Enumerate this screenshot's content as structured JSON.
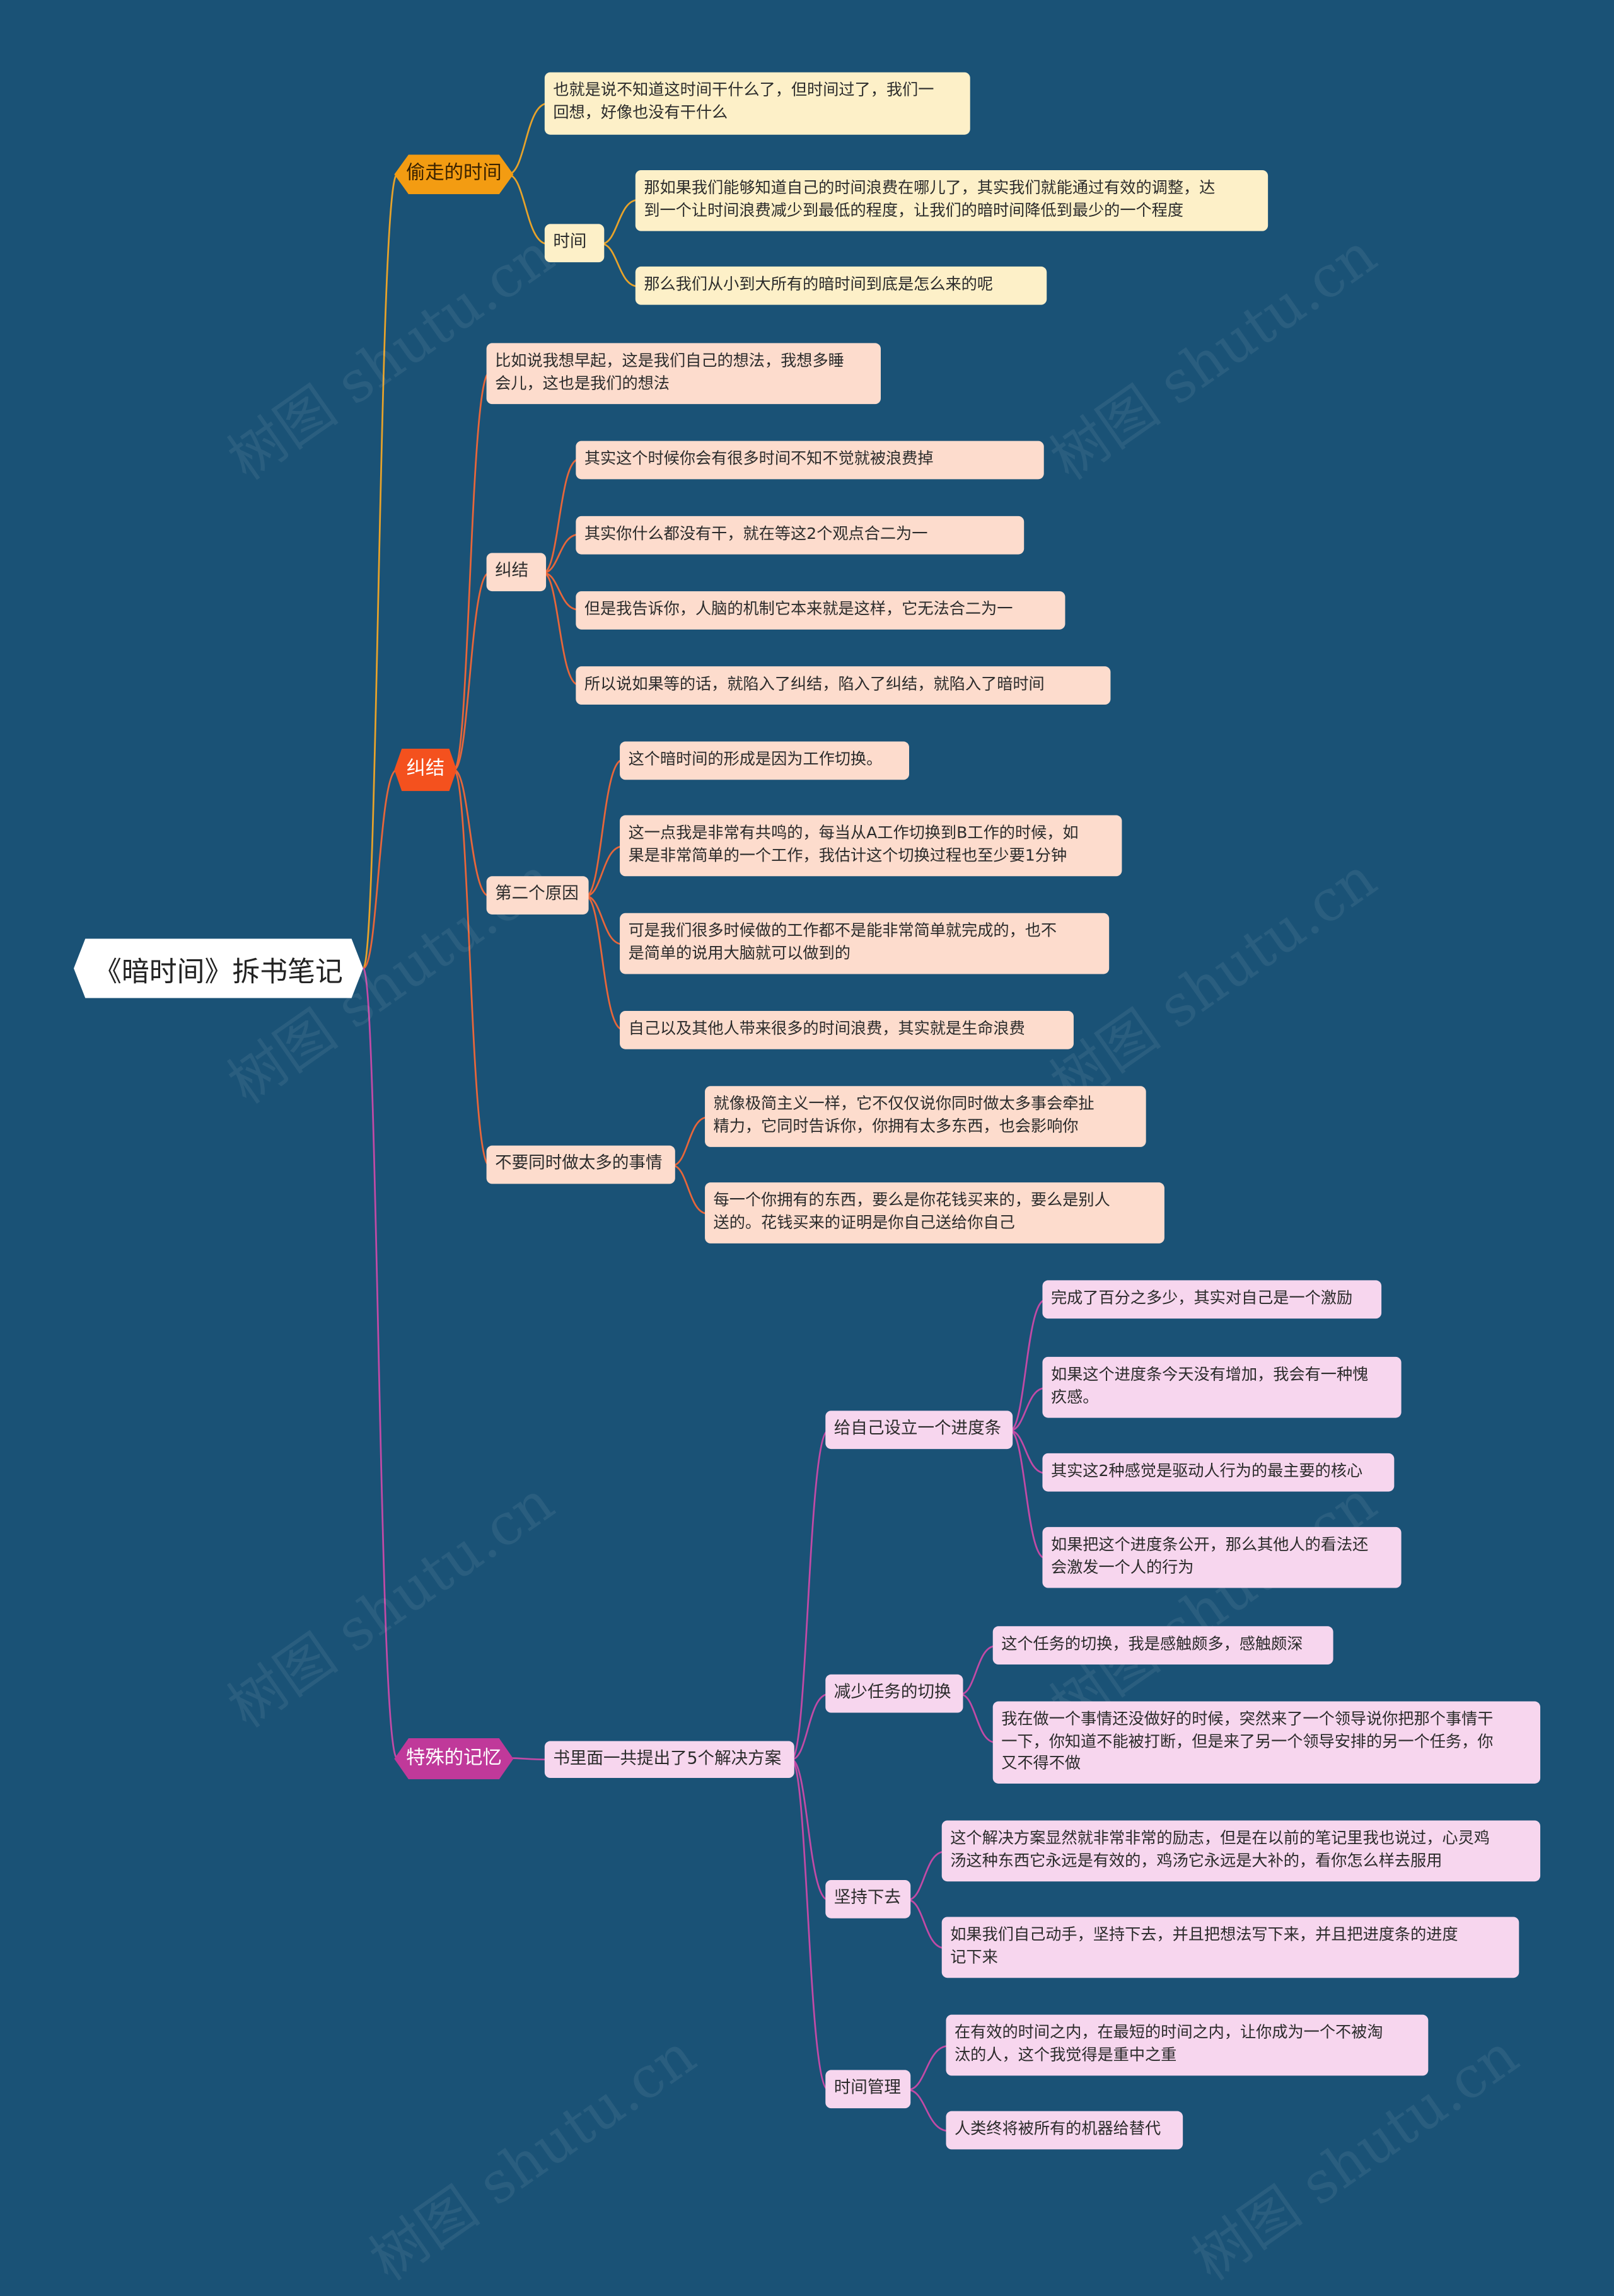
{
  "root": "《暗时间》拆书笔记",
  "watermark": "树图 shutu.cn",
  "colors": {
    "background": "#1a5276",
    "yellow": "#f39c12",
    "orange": "#f4511e",
    "magenta": "#c0399a"
  },
  "branches": [
    {
      "label": "偷走的时间",
      "children": [
        {
          "text": [
            "也就是说不知道这时间干什么了，但时间过了，我们一",
            "回想，好像也没有干什么"
          ]
        },
        {
          "text": [
            "时间"
          ],
          "children": [
            {
              "text": [
                "那如果我们能够知道自己的时间浪费在哪儿了，其实我们就能通过有效的调整，达",
                "到一个让时间浪费减少到最低的程度，让我们的暗时间降低到最少的一个程度"
              ]
            },
            {
              "text": [
                "那么我们从小到大所有的暗时间到底是怎么来的呢"
              ]
            }
          ]
        }
      ]
    },
    {
      "label": "纠结",
      "children": [
        {
          "text": [
            "比如说我想早起，这是我们自己的想法，我想多睡",
            "会儿，这也是我们的想法"
          ]
        },
        {
          "text": [
            "纠结"
          ],
          "children": [
            {
              "text": [
                "其实这个时候你会有很多时间不知不觉就被浪费掉"
              ]
            },
            {
              "text": [
                "其实你什么都没有干，就在等这2个观点合二为一"
              ]
            },
            {
              "text": [
                "但是我告诉你，人脑的机制它本来就是这样，它无法合二为一"
              ]
            },
            {
              "text": [
                "所以说如果等的话，就陷入了纠结，陷入了纠结，就陷入了暗时间"
              ]
            }
          ]
        },
        {
          "text": [
            "第二个原因"
          ],
          "children": [
            {
              "text": [
                "这个暗时间的形成是因为工作切换。"
              ]
            },
            {
              "text": [
                "这一点我是非常有共鸣的，每当从A工作切换到B工作的时候，如",
                "果是非常简单的一个工作，我估计这个切换过程也至少要1分钟"
              ]
            },
            {
              "text": [
                "可是我们很多时候做的工作都不是能非常简单就完成的，也不",
                "是简单的说用大脑就可以做到的"
              ]
            },
            {
              "text": [
                "自己以及其他人带来很多的时间浪费，其实就是生命浪费"
              ]
            }
          ]
        },
        {
          "text": [
            "不要同时做太多的事情"
          ],
          "children": [
            {
              "text": [
                "就像极简主义一样，它不仅仅说你同时做太多事会牵扯",
                "精力，它同时告诉你，你拥有太多东西，也会影响你"
              ]
            },
            {
              "text": [
                "每一个你拥有的东西，要么是你花钱买来的，要么是别人",
                "送的。花钱买来的证明是你自己送给你自己"
              ]
            }
          ]
        }
      ]
    },
    {
      "label": "特殊的记忆",
      "children": [
        {
          "text": [
            "书里面一共提出了5个解决方案"
          ],
          "children": [
            {
              "text": [
                "给自己设立一个进度条"
              ],
              "children": [
                {
                  "text": [
                    "完成了百分之多少，其实对自己是一个激励"
                  ]
                },
                {
                  "text": [
                    "如果这个进度条今天没有增加，我会有一种愧",
                    "疚感。"
                  ]
                },
                {
                  "text": [
                    "其实这2种感觉是驱动人行为的最主要的核心"
                  ]
                },
                {
                  "text": [
                    "如果把这个进度条公开，那么其他人的看法还",
                    "会激发一个人的行为"
                  ]
                }
              ]
            },
            {
              "text": [
                "减少任务的切换"
              ],
              "children": [
                {
                  "text": [
                    "这个任务的切换，我是感触颇多，感触颇深"
                  ]
                },
                {
                  "text": [
                    "我在做一个事情还没做好的时候，突然来了一个领导说你把那个事情干",
                    "一下，你知道不能被打断，但是来了另一个领导安排的另一个任务，你",
                    "又不得不做"
                  ]
                }
              ]
            },
            {
              "text": [
                "坚持下去"
              ],
              "children": [
                {
                  "text": [
                    "这个解决方案显然就非常非常的励志，但是在以前的笔记里我也说过，心灵鸡",
                    "汤这种东西它永远是有效的，鸡汤它永远是大补的，看你怎么样去服用"
                  ]
                },
                {
                  "text": [
                    "如果我们自己动手，坚持下去，并且把想法写下来，并且把进度条的进度",
                    "记下来"
                  ]
                }
              ]
            },
            {
              "text": [
                "时间管理"
              ],
              "children": [
                {
                  "text": [
                    "在有效的时间之内，在最短的时间之内，让你成为一个不被淘",
                    "汰的人，这个我觉得是重中之重"
                  ]
                },
                {
                  "text": [
                    "人类终将被所有的机器给替代"
                  ]
                }
              ]
            }
          ]
        }
      ]
    }
  ]
}
